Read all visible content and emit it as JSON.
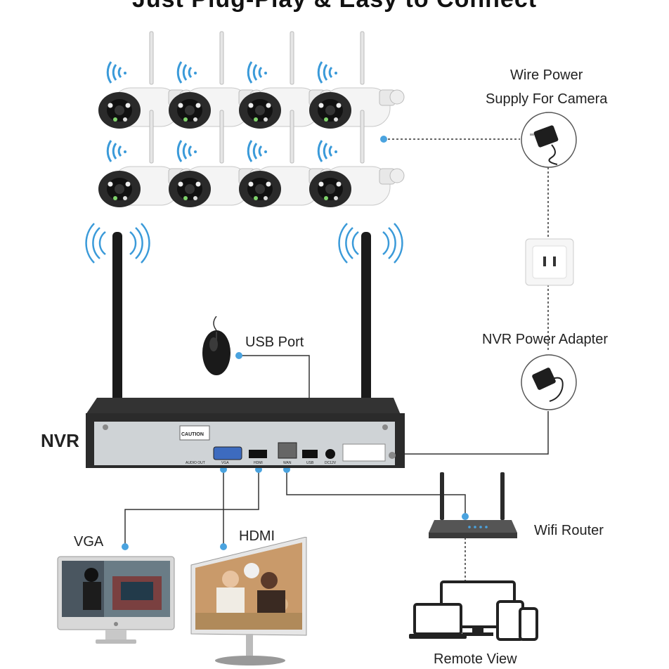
{
  "header": {
    "title": "Just Plug-Play & Easy to Connect"
  },
  "labels": {
    "wire_power_line1": "Wire Power",
    "wire_power_line2": "Supply For Camera",
    "usb_port": "USB Port",
    "nvr_power": "NVR Power Adapter",
    "nvr": "NVR",
    "wifi_router": "Wifi Router",
    "vga": "VGA",
    "hdmi": "HDMI",
    "remote_view": "Remote View"
  },
  "nvr_panel": {
    "caution": "CAUTION",
    "audio_out": "AUDIO OUT",
    "vga": "VGA",
    "hdmi": "HDMI",
    "wan": "WAN",
    "usb": "USB",
    "dc": "DC12V"
  },
  "colors": {
    "line": "#333333",
    "dot": "#4aa3df",
    "wifi": "#3a9ad9",
    "nvr_body": "#2b2b2b"
  },
  "cameras": {
    "count": 8
  }
}
